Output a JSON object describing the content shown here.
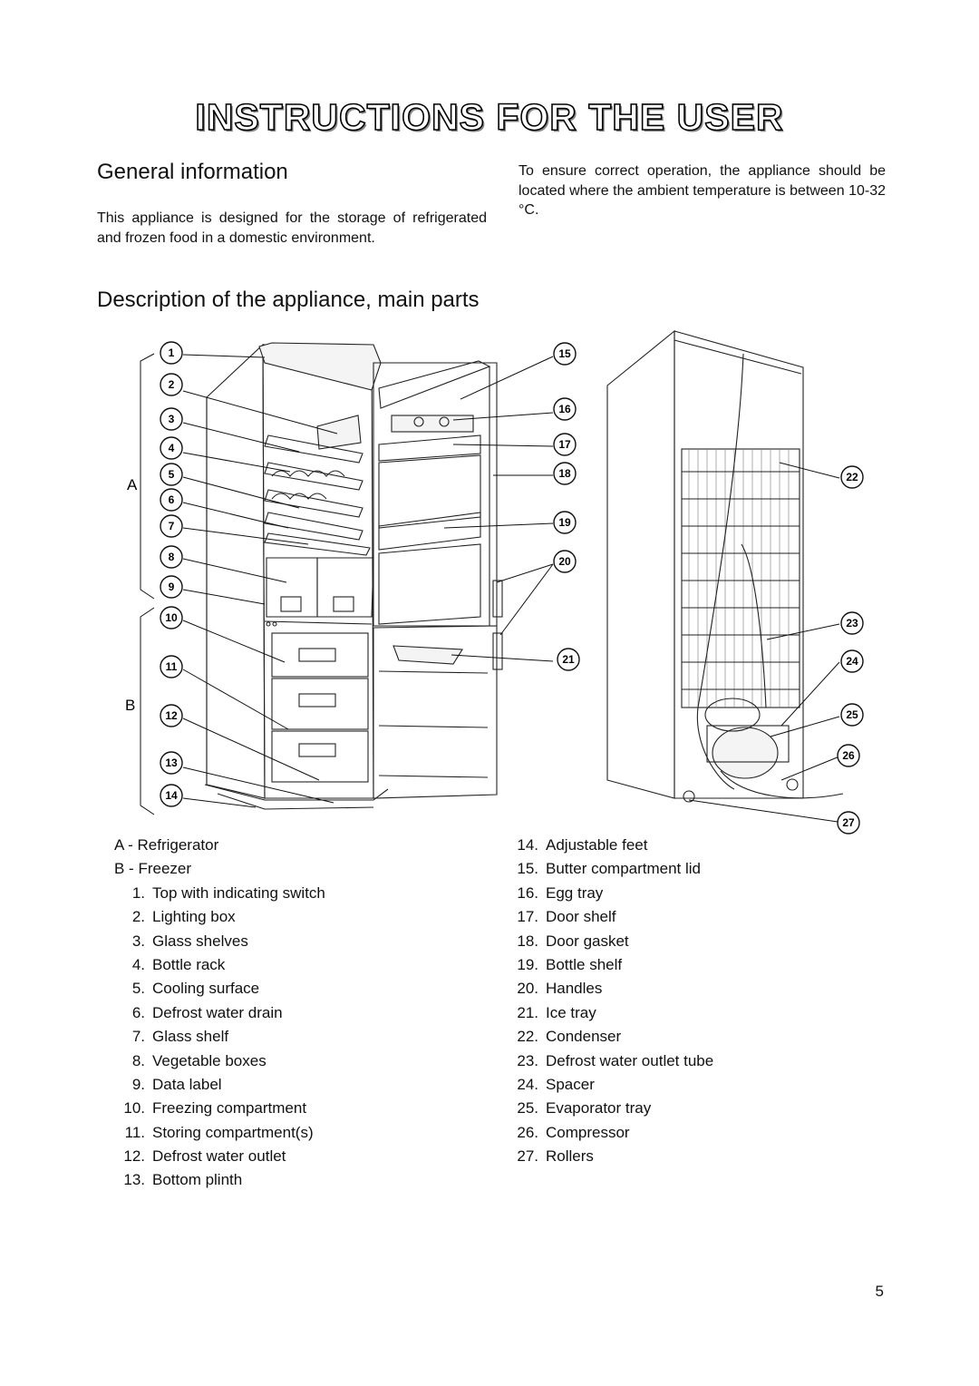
{
  "page": {
    "title": "INSTRUCTIONS FOR THE USER",
    "page_number": "5"
  },
  "general": {
    "heading": "General information",
    "para1": "This appliance is designed for the storage of refrigerated and frozen food in a domestic environment.",
    "para2": "To ensure correct operation, the appliance should be located where the ambient temperature is between 10-32 °C."
  },
  "description": {
    "heading": "Description of the appliance, main parts"
  },
  "diagram": {
    "section_a": "A",
    "section_b": "B",
    "callouts": [
      "1",
      "2",
      "3",
      "4",
      "5",
      "6",
      "7",
      "8",
      "9",
      "10",
      "11",
      "12",
      "13",
      "14",
      "15",
      "16",
      "17",
      "18",
      "19",
      "20",
      "21",
      "22",
      "23",
      "24",
      "25",
      "26",
      "27"
    ]
  },
  "legend": {
    "a": "A - Refrigerator",
    "b": "B - Freezer"
  },
  "parts_left": [
    {
      "num": "1.",
      "label": "Top with indicating switch"
    },
    {
      "num": "2.",
      "label": "Lighting box"
    },
    {
      "num": "3.",
      "label": "Glass shelves"
    },
    {
      "num": "4.",
      "label": "Bottle rack"
    },
    {
      "num": "5.",
      "label": "Cooling surface"
    },
    {
      "num": "6.",
      "label": "Defrost water drain"
    },
    {
      "num": "7.",
      "label": "Glass shelf"
    },
    {
      "num": "8.",
      "label": "Vegetable boxes"
    },
    {
      "num": "9.",
      "label": "Data label"
    },
    {
      "num": "10.",
      "label": "Freezing compartment"
    },
    {
      "num": "11.",
      "label": "Storing compartment(s)"
    },
    {
      "num": "12.",
      "label": "Defrost water outlet"
    },
    {
      "num": "13.",
      "label": "Bottom plinth"
    }
  ],
  "parts_right": [
    {
      "num": "14.",
      "label": "Adjustable feet"
    },
    {
      "num": "15.",
      "label": "Butter compartment lid"
    },
    {
      "num": "16.",
      "label": "Egg tray"
    },
    {
      "num": "17.",
      "label": "Door shelf"
    },
    {
      "num": "18.",
      "label": "Door gasket"
    },
    {
      "num": "19.",
      "label": "Bottle shelf"
    },
    {
      "num": "20.",
      "label": "Handles"
    },
    {
      "num": "21.",
      "label": "Ice tray"
    },
    {
      "num": "22.",
      "label": "Condenser"
    },
    {
      "num": "23.",
      "label": "Defrost water outlet tube"
    },
    {
      "num": "24.",
      "label": "Spacer"
    },
    {
      "num": "25.",
      "label": "Evaporator tray"
    },
    {
      "num": "26.",
      "label": "Compressor"
    },
    {
      "num": "27.",
      "label": "Rollers"
    }
  ]
}
